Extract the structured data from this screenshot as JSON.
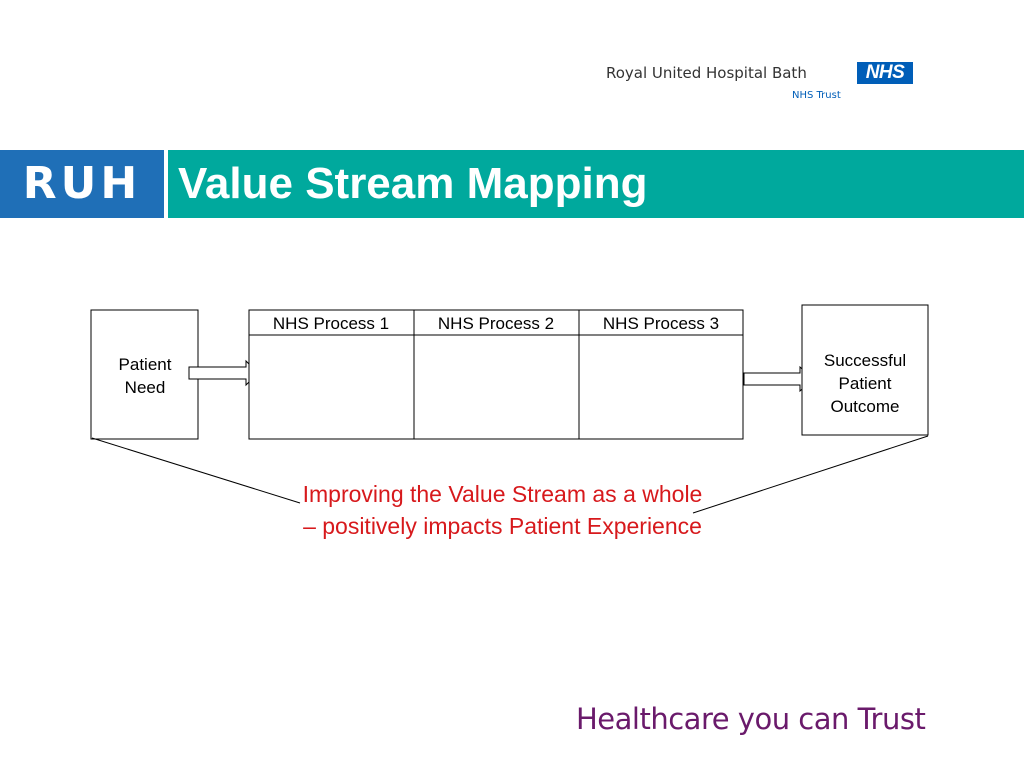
{
  "header": {
    "org_name": "Royal United Hospital Bath",
    "org_badge": "NHS",
    "org_sub": "NHS Trust",
    "ruh_label": "RUH",
    "title": "Value Stream Mapping"
  },
  "diagram": {
    "input_box": [
      "Patient",
      "Need"
    ],
    "processes": [
      "NHS Process 1",
      "NHS Process 2",
      "NHS Process 3"
    ],
    "output_box": [
      "Successful",
      "Patient",
      "Outcome"
    ],
    "callout": "Improving the Value Stream as a whole – positively impacts Patient  Experience"
  },
  "footer": {
    "tagline": "Healthcare you can Trust"
  },
  "colors": {
    "teal_band": "#00a99d",
    "ruh_blue": "#1f6fb7",
    "nhs_blue": "#005eb8",
    "callout_red": "#d7191c",
    "tagline_purple": "#6a1a6b"
  }
}
